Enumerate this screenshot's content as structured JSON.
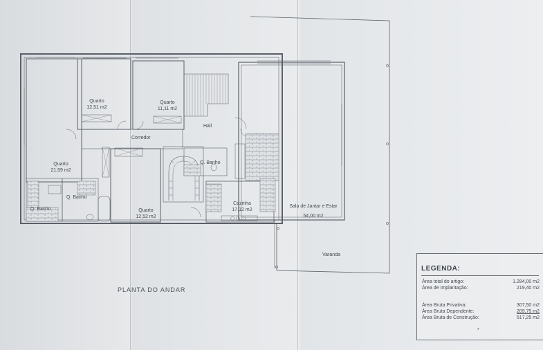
{
  "rooms": {
    "quarto1": {
      "name": "Quarto",
      "area": "12,51 m2"
    },
    "quarto2": {
      "name": "Quarto",
      "area": "11,11 m2"
    },
    "quarto3": {
      "name": "Quarto",
      "area": "21,59 m2"
    },
    "quarto4": {
      "name": "Quarto",
      "area": "12,52 m2"
    },
    "hall": {
      "name": "Hall"
    },
    "corredor": {
      "name": "Corredor"
    },
    "banho1": {
      "name": "Q. Banho"
    },
    "banho2": {
      "name": "Q. Banho"
    },
    "banho3": {
      "name": "Q. Banho"
    },
    "cozinha": {
      "name": "Cozinha",
      "area": "17,12 m2"
    },
    "sala": {
      "name": "Sala de Jantar e Estar",
      "area": "54,00 m2"
    },
    "varanda": {
      "name": "Varanda"
    }
  },
  "caption": "PLANTA DO ANDAR",
  "legend": {
    "title": "LEGENDA:",
    "rows": [
      {
        "label": "Área total do artigo:",
        "value": "1.284,00 m2"
      },
      {
        "label": "Área de Implantação:",
        "value": "219,40 m2"
      },
      {
        "label": "Área Bruta Privativa:",
        "value": "307,50 m2"
      },
      {
        "label": "Área Bruta Dependente:",
        "value": "209,75 m2"
      },
      {
        "label": "Área Bruta de Construção:",
        "value": "517,25 m2"
      }
    ],
    "mark": "*"
  },
  "colors": {
    "ink": "#5a6069",
    "paper": "#e6e8ea",
    "brick": "#8a8f96"
  }
}
